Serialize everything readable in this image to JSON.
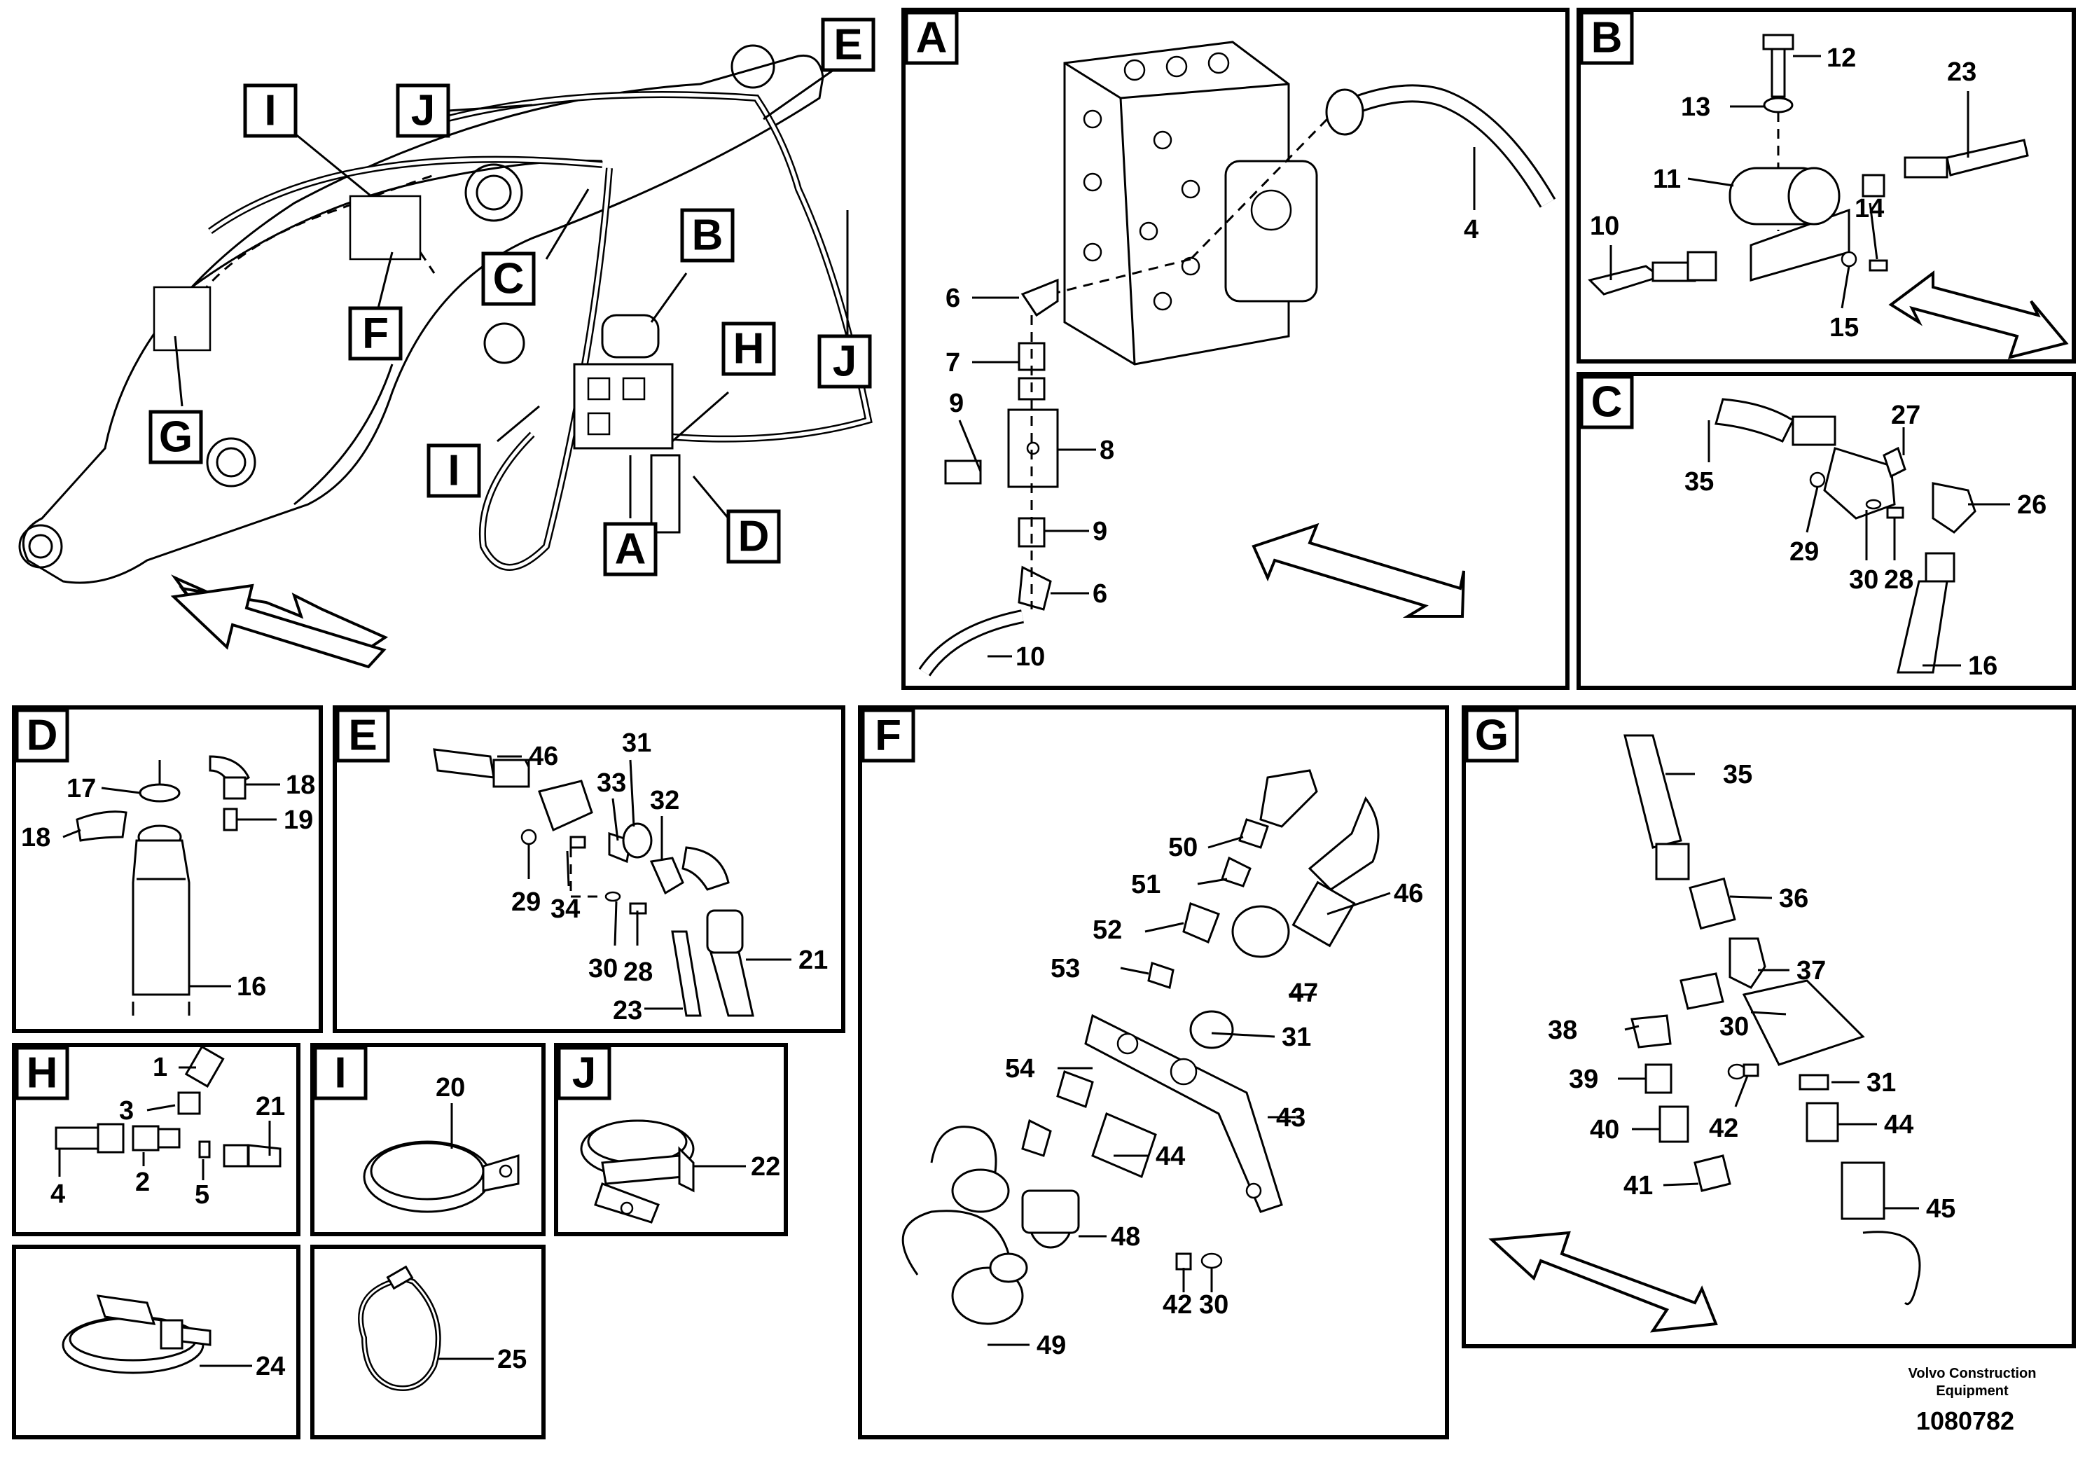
{
  "panels": {
    "A": "A",
    "B": "B",
    "C": "C",
    "D": "D",
    "E": "E",
    "F": "F",
    "G": "G",
    "H": "H",
    "I": "I",
    "J": "J"
  },
  "overview_tags": [
    "J",
    "I",
    "E",
    "B",
    "C",
    "H",
    "F",
    "J",
    "G",
    "I",
    "A",
    "D"
  ],
  "part_numbers": {
    "A": [
      "4",
      "6",
      "7",
      "8",
      "9",
      "9",
      "6",
      "10"
    ],
    "B": [
      "12",
      "13",
      "23",
      "11",
      "10",
      "14",
      "15"
    ],
    "C": [
      "27",
      "35",
      "26",
      "29",
      "30",
      "28",
      "16"
    ],
    "D": [
      "17",
      "18",
      "18",
      "19",
      "16"
    ],
    "E": [
      "46",
      "31",
      "33",
      "32",
      "29",
      "34",
      "30",
      "28",
      "21",
      "23"
    ],
    "F": [
      "50",
      "51",
      "46",
      "52",
      "53",
      "47",
      "31",
      "54",
      "43",
      "44",
      "48",
      "42",
      "30",
      "49"
    ],
    "G": [
      "35",
      "36",
      "37",
      "30",
      "38",
      "31",
      "39",
      "42",
      "40",
      "44",
      "41",
      "45"
    ],
    "H": [
      "1",
      "3",
      "21",
      "4",
      "2",
      "5"
    ],
    "I": [
      "20"
    ],
    "J": [
      "22"
    ],
    "strap": [
      "24"
    ],
    "tie": [
      "25"
    ]
  },
  "footer": {
    "brand_line1": "Volvo Construction",
    "brand_line2": "Equipment",
    "drawing_number": "1080782"
  }
}
